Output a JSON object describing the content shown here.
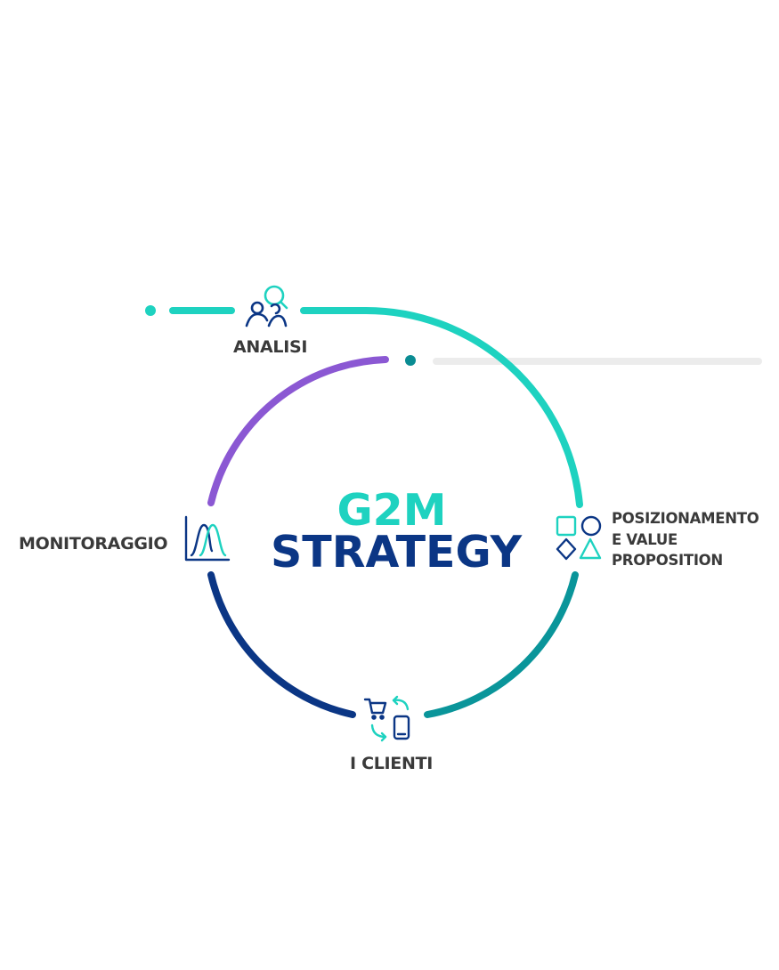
{
  "title": {
    "line1": "G2M",
    "line2": "STRATEGY"
  },
  "stages": {
    "analisi": "ANALISI",
    "posizionamento": [
      "POSIZIONAMENTO",
      "E VALUE",
      "PROPOSITION"
    ],
    "clienti": "I CLIENTI",
    "monitoraggio": "MONITORAGGIO"
  },
  "icons": {
    "analisi": "user-search-icon",
    "posizionamento": "shapes-icon",
    "clienti": "cart-phone-exchange-icon",
    "monitoraggio": "bell-curve-chart-icon"
  },
  "colors": {
    "teal_light": "#1ed2c0",
    "teal_dark": "#0a959a",
    "navy": "#0b3685",
    "purple": "#8b58d3",
    "track": "#ececec",
    "text": "#3a3a3a"
  }
}
